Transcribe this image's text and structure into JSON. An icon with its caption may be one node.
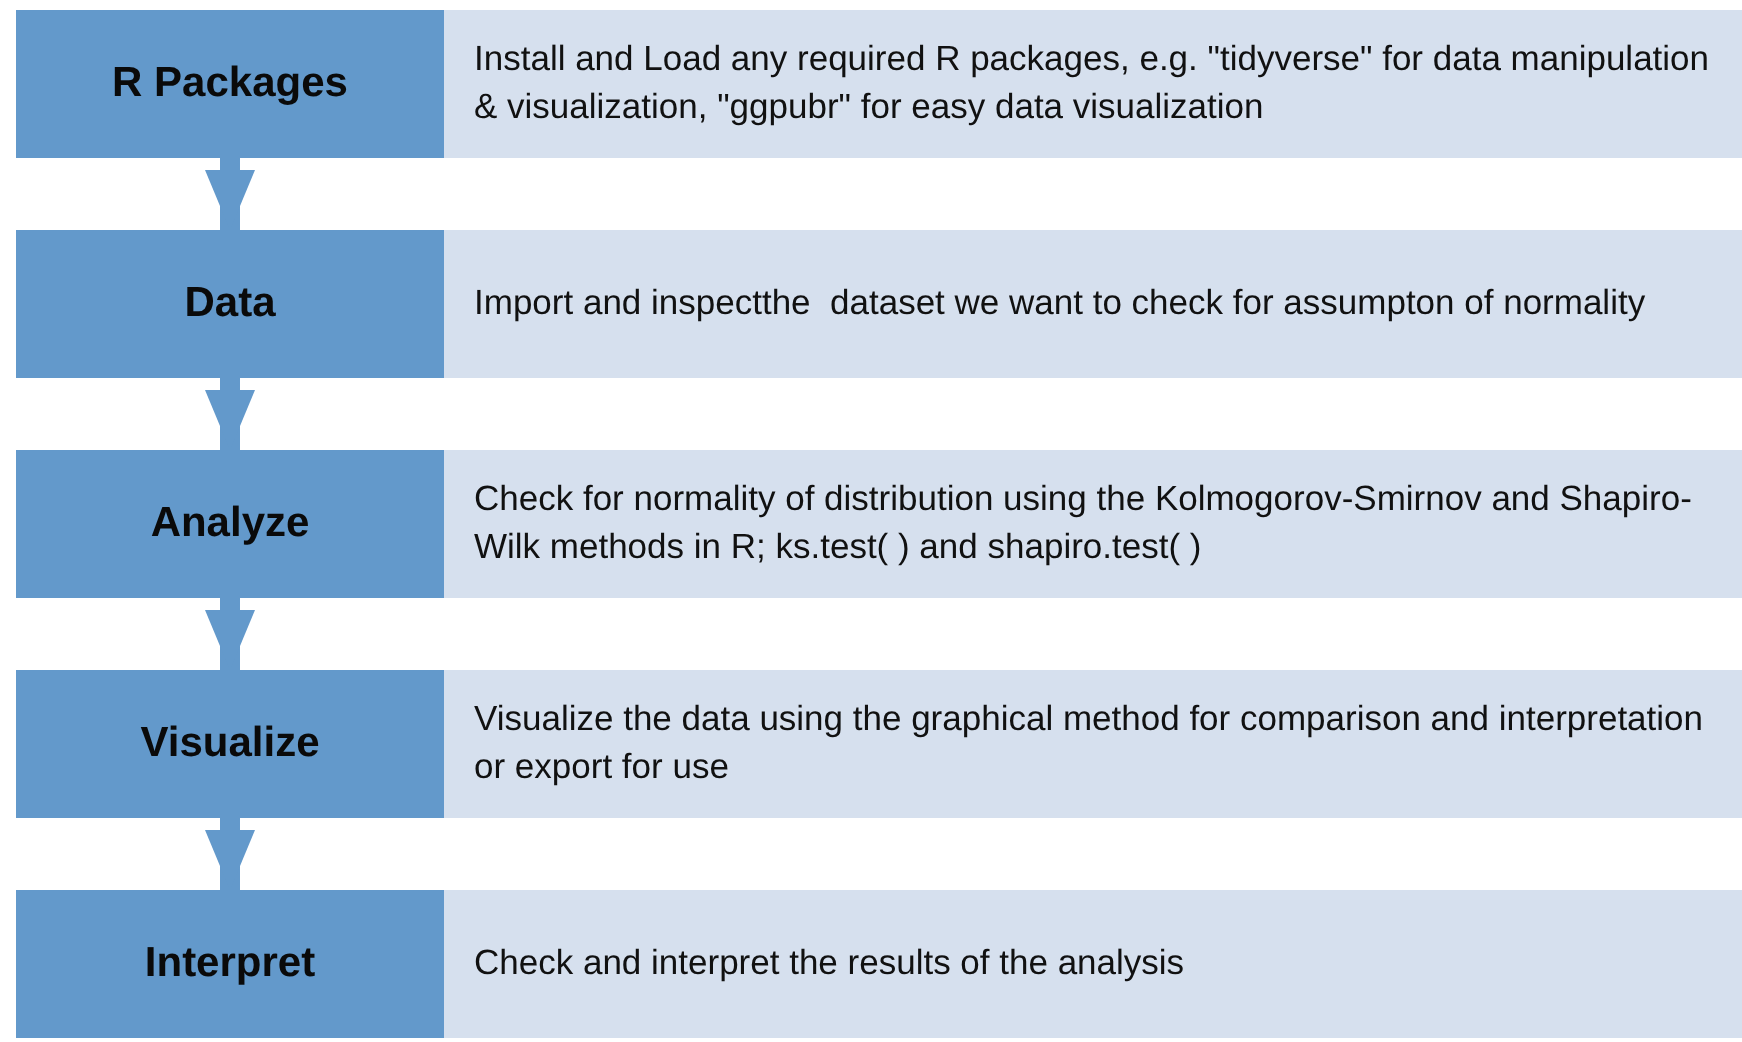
{
  "diagram": {
    "nodes": [
      {
        "text": [
          "R Packages"
        ]
      },
      {
        "text": [
          "Install and Load any required R packages, e.g. \"tidyverse\" for data manipulation & visualization, \"ggpubr\" for easy data visualization"
        ]
      },
      {
        "text": [
          "Data"
        ]
      },
      {
        "text": [
          "Import and inspectthe  dataset we want to check for assumpton of normality"
        ]
      },
      {
        "text": [
          "Analyze"
        ]
      },
      {
        "text": [
          "Check for normality of distribution using the Kolmogorov-Smirnov and Shapiro-Wilk methods in R; ks.test( ) and shapiro.test( )"
        ]
      },
      {
        "text": [
          "Visualize"
        ]
      },
      {
        "text": [
          "Visualize the data using the graphical method for comparison and interpretation or export for use"
        ]
      },
      {
        "text": [
          "Interpret"
        ]
      },
      {
        "text": [
          "Check and interpret the results of the analysis"
        ]
      }
    ],
    "edges": [
      {
        "from": 0,
        "to": 2,
        "arrow": "to"
      },
      {
        "from": 2,
        "to": 4,
        "arrow": "to"
      },
      {
        "from": 4,
        "to": 6,
        "arrow": "to"
      },
      {
        "from": 6,
        "to": 8,
        "arrow": "to"
      }
    ]
  }
}
